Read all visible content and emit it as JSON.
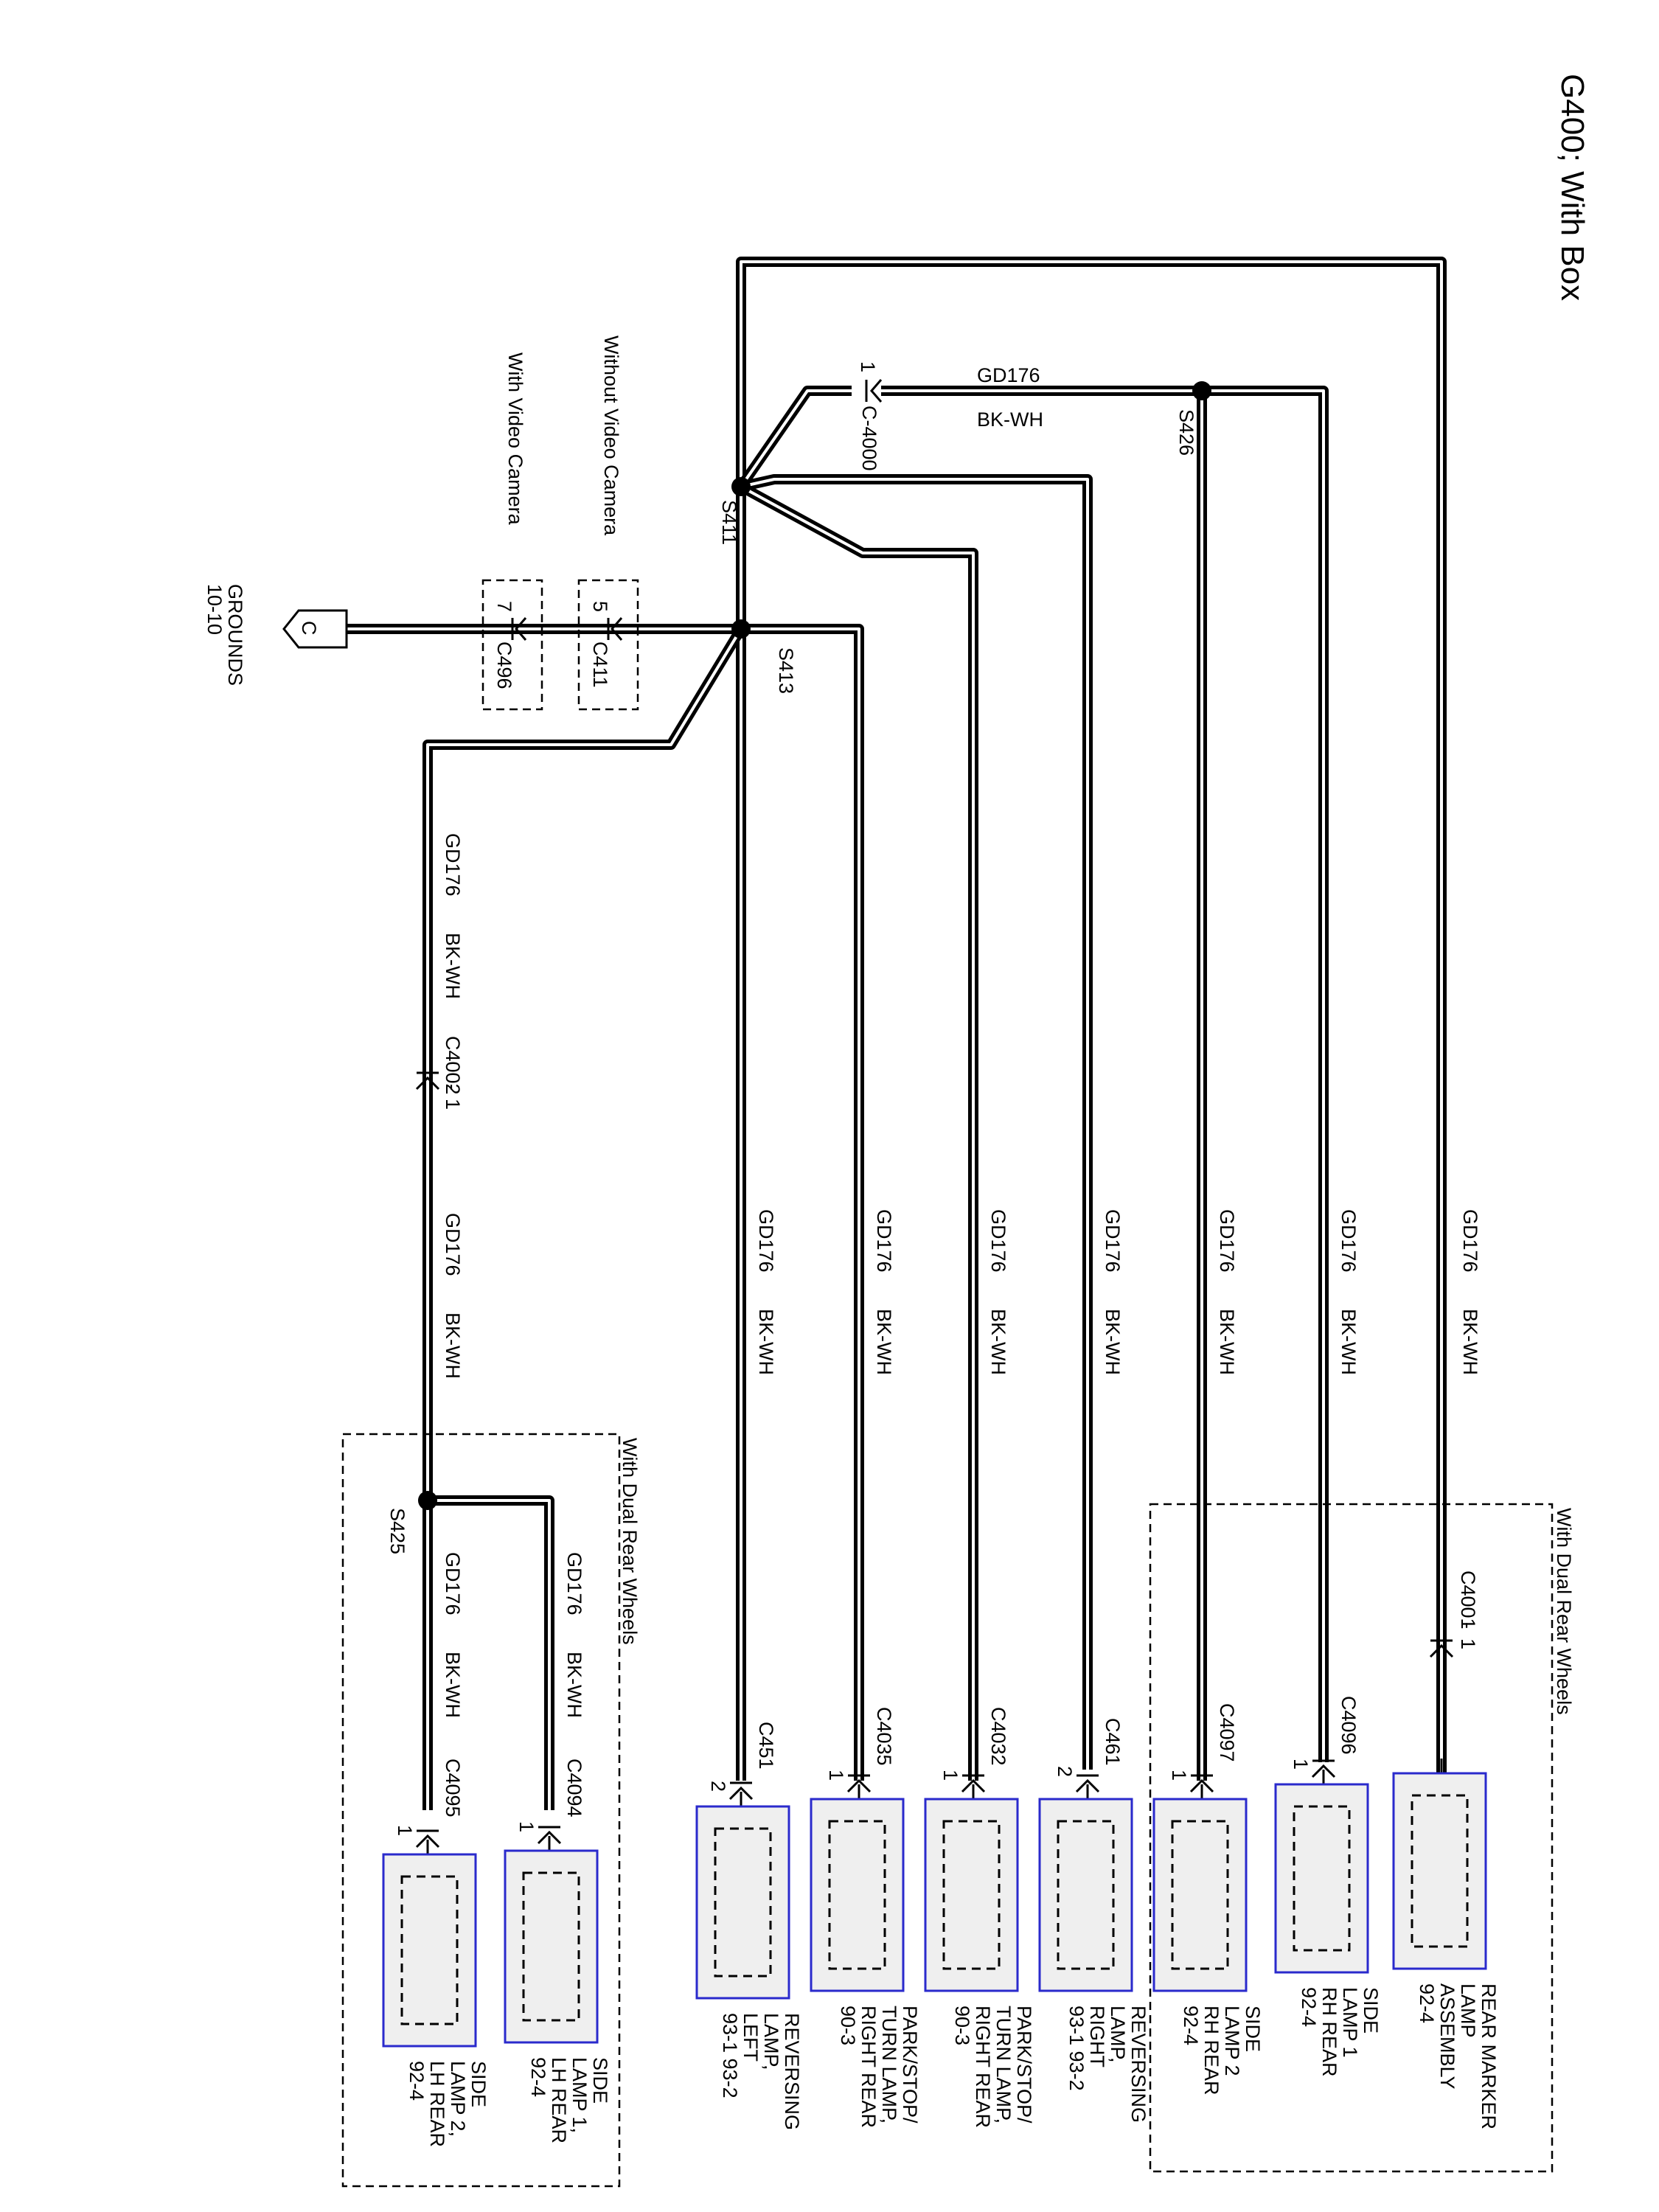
{
  "title": "G400; With Box",
  "wire": {
    "circuit": "GD176",
    "color": "BK-WH"
  },
  "ground": {
    "letter": "C",
    "label_line1": "GROUNDS",
    "label_line2": "10-10"
  },
  "options": {
    "without_video_camera": "Without Video Camera",
    "with_video_camera": "With Video Camera",
    "with_dual_rear_wheels": "With Dual Rear Wheels"
  },
  "splices": [
    "S411",
    "S413",
    "S426",
    "S425"
  ],
  "inline_connectors": [
    {
      "name": "C-4000",
      "pin": "1"
    },
    {
      "name": "C411",
      "pin": "5"
    },
    {
      "name": "C496",
      "pin": "7"
    },
    {
      "name": "C4002",
      "pin": "1",
      "sep": "-"
    },
    {
      "name": "C4001",
      "pin": "1",
      "sep": "-"
    }
  ],
  "components": [
    {
      "lines": [
        "REAR MARKER",
        "LAMP",
        "ASSEMBLY",
        "92-4"
      ],
      "connector": "",
      "pin": ""
    },
    {
      "lines": [
        "SIDE",
        "LAMP 1",
        "RH REAR",
        "92-4"
      ],
      "connector": "C4096",
      "pin": "1"
    },
    {
      "lines": [
        "SIDE",
        "LAMP 2",
        "RH REAR",
        "92-4"
      ],
      "connector": "C4097",
      "pin": "1"
    },
    {
      "lines": [
        "REVERSING",
        "LAMP,",
        "RIGHT",
        "93-1        93-2"
      ],
      "connector": "C461",
      "pin": "2"
    },
    {
      "lines": [
        "PARK/STOP/",
        "TURN LAMP,",
        "RIGHT REAR",
        "90-3"
      ],
      "connector": "C4032",
      "pin": "1"
    },
    {
      "lines": [
        "PARK/STOP/",
        "TURN LAMP,",
        "RIGHT REAR",
        "90-3"
      ],
      "connector": "C4035",
      "pin": "1"
    },
    {
      "lines": [
        "REVERSING",
        "LAMP,",
        "LEFT",
        "93-1        93-2"
      ],
      "connector": "C451",
      "pin": "2"
    },
    {
      "lines": [
        "SIDE",
        "LAMP 1,",
        "LH REAR",
        "92-4"
      ],
      "connector": "C4094",
      "pin": "1"
    },
    {
      "lines": [
        "SIDE",
        "LAMP 2,",
        "LH REAR",
        "92-4"
      ],
      "connector": "C4095",
      "pin": "1"
    }
  ]
}
